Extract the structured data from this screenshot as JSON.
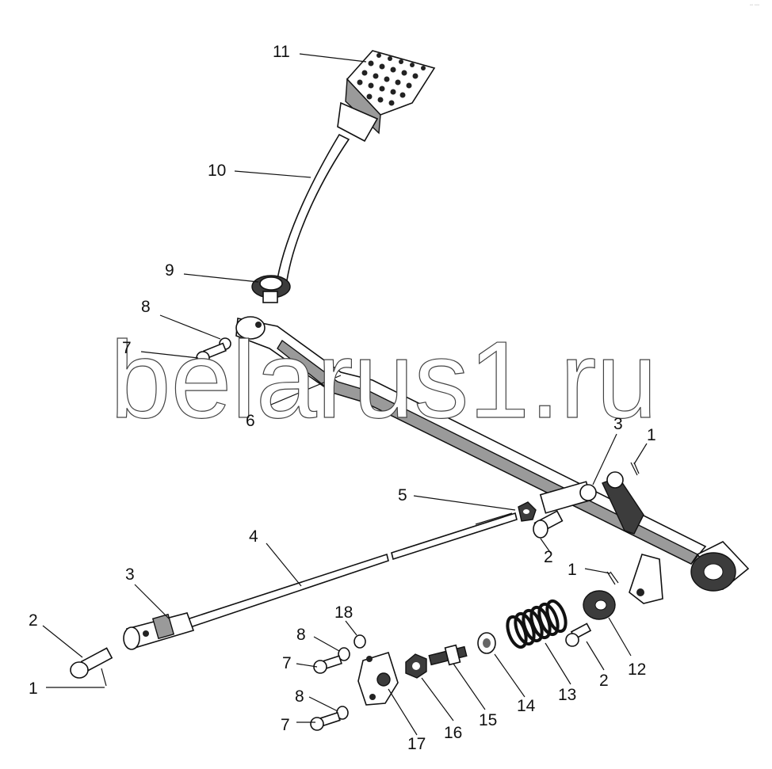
{
  "watermark": "belarus1.ru",
  "corner_mark": "◦◦ ◦◦◦",
  "callouts": [
    {
      "id": "c11",
      "label": "11"
    },
    {
      "id": "c10",
      "label": "10"
    },
    {
      "id": "c9",
      "label": "9"
    },
    {
      "id": "c8a",
      "label": "8"
    },
    {
      "id": "c7a",
      "label": "7"
    },
    {
      "id": "c6",
      "label": "6"
    },
    {
      "id": "c3a",
      "label": "3"
    },
    {
      "id": "c1a",
      "label": "1"
    },
    {
      "id": "c5",
      "label": "5"
    },
    {
      "id": "c2a",
      "label": "2"
    },
    {
      "id": "c4",
      "label": "4"
    },
    {
      "id": "c1b",
      "label": "1"
    },
    {
      "id": "c3b",
      "label": "3"
    },
    {
      "id": "c18",
      "label": "18"
    },
    {
      "id": "c2b",
      "label": "2"
    },
    {
      "id": "c8b",
      "label": "8"
    },
    {
      "id": "c7b",
      "label": "7"
    },
    {
      "id": "c1c",
      "label": "1"
    },
    {
      "id": "c12",
      "label": "12"
    },
    {
      "id": "c2c",
      "label": "2"
    },
    {
      "id": "c13",
      "label": "13"
    },
    {
      "id": "c14",
      "label": "14"
    },
    {
      "id": "c15",
      "label": "15"
    },
    {
      "id": "c16",
      "label": "16"
    },
    {
      "id": "c17",
      "label": "17"
    },
    {
      "id": "c8c",
      "label": "8"
    },
    {
      "id": "c7c",
      "label": "7"
    }
  ]
}
